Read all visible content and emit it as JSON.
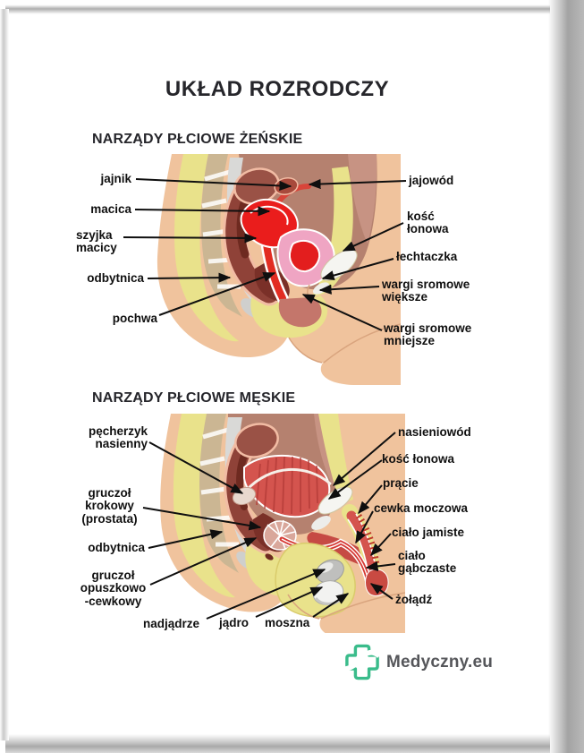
{
  "title": "UKŁAD ROZRODCZY",
  "female": {
    "heading": "NARZĄDY PŁCIOWE ŻEŃSKIE",
    "labels": {
      "jajnik": "jajnik",
      "macica": "macica",
      "szyjka_macicy": "szyjka\nmacicy",
      "odbytnica": "odbytnica",
      "pochwa": "pochwa",
      "jajowod": "jajowód",
      "kosc_lonowa": "kość\nłonowa",
      "lechtaczka": "łechtaczka",
      "wargi_wieksze": "wargi sromowe\nwiększe",
      "wargi_mniejsze": "wargi sromowe\nmniejsze"
    }
  },
  "male": {
    "heading": "NARZĄDY PŁCIOWE MĘSKIE",
    "labels": {
      "pecherzyk_nasienny": "pęcherzyk\nnasienny",
      "gruczol_krokowy": "gruczoł\nkrokowy\n(prostata)",
      "odbytnica": "odbytnica",
      "gruczol_opuszkowo": "gruczoł\nopuszkowo\n-cewkowy",
      "nadjadrze": "nadjądrze",
      "jadro": "jądro",
      "moszna": "moszna",
      "nasieniowod": "nasieniowód",
      "kosc_lonowa": "kość łonowa",
      "pracie": "prącie",
      "cewka_moczowa": "cewka moczowa",
      "cialo_jamiste": "ciało jamiste",
      "cialo_gabczaste": "ciało\ngąbczaste",
      "zoladz": "żołądź"
    }
  },
  "logo": {
    "text": "Medyczny.eu",
    "icon": "green-cross-s-logo",
    "green": "#3abc8b",
    "text_color": "#55565a"
  },
  "palette": {
    "skin": "#f0c39d",
    "skin_shadow": "#d9a47e",
    "bone_yellow": "#e9e28b",
    "cavity_mauve": "#b5816f",
    "organ_maroon": "#8f4238",
    "organ_dark": "#7a3028",
    "organ_red": "#ea1d1c",
    "bladder_pink": "#efa5c3",
    "muscle_red": "#d4544e",
    "bone_white": "#f5f5f1",
    "label_text": "#101010",
    "heading_text": "#26262b"
  }
}
